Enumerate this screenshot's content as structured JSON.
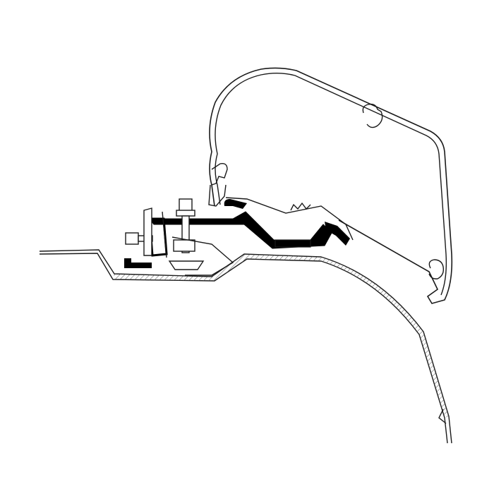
{
  "diagram": {
    "colors": {
      "background": "#ffffff",
      "line": "#1a1a1a",
      "bracket_fill": "#000000",
      "hatch": "#555555"
    },
    "parts": [
      "awning-case",
      "adapter-bracket",
      "bolt-assembly",
      "vehicle-roof-profile"
    ]
  }
}
